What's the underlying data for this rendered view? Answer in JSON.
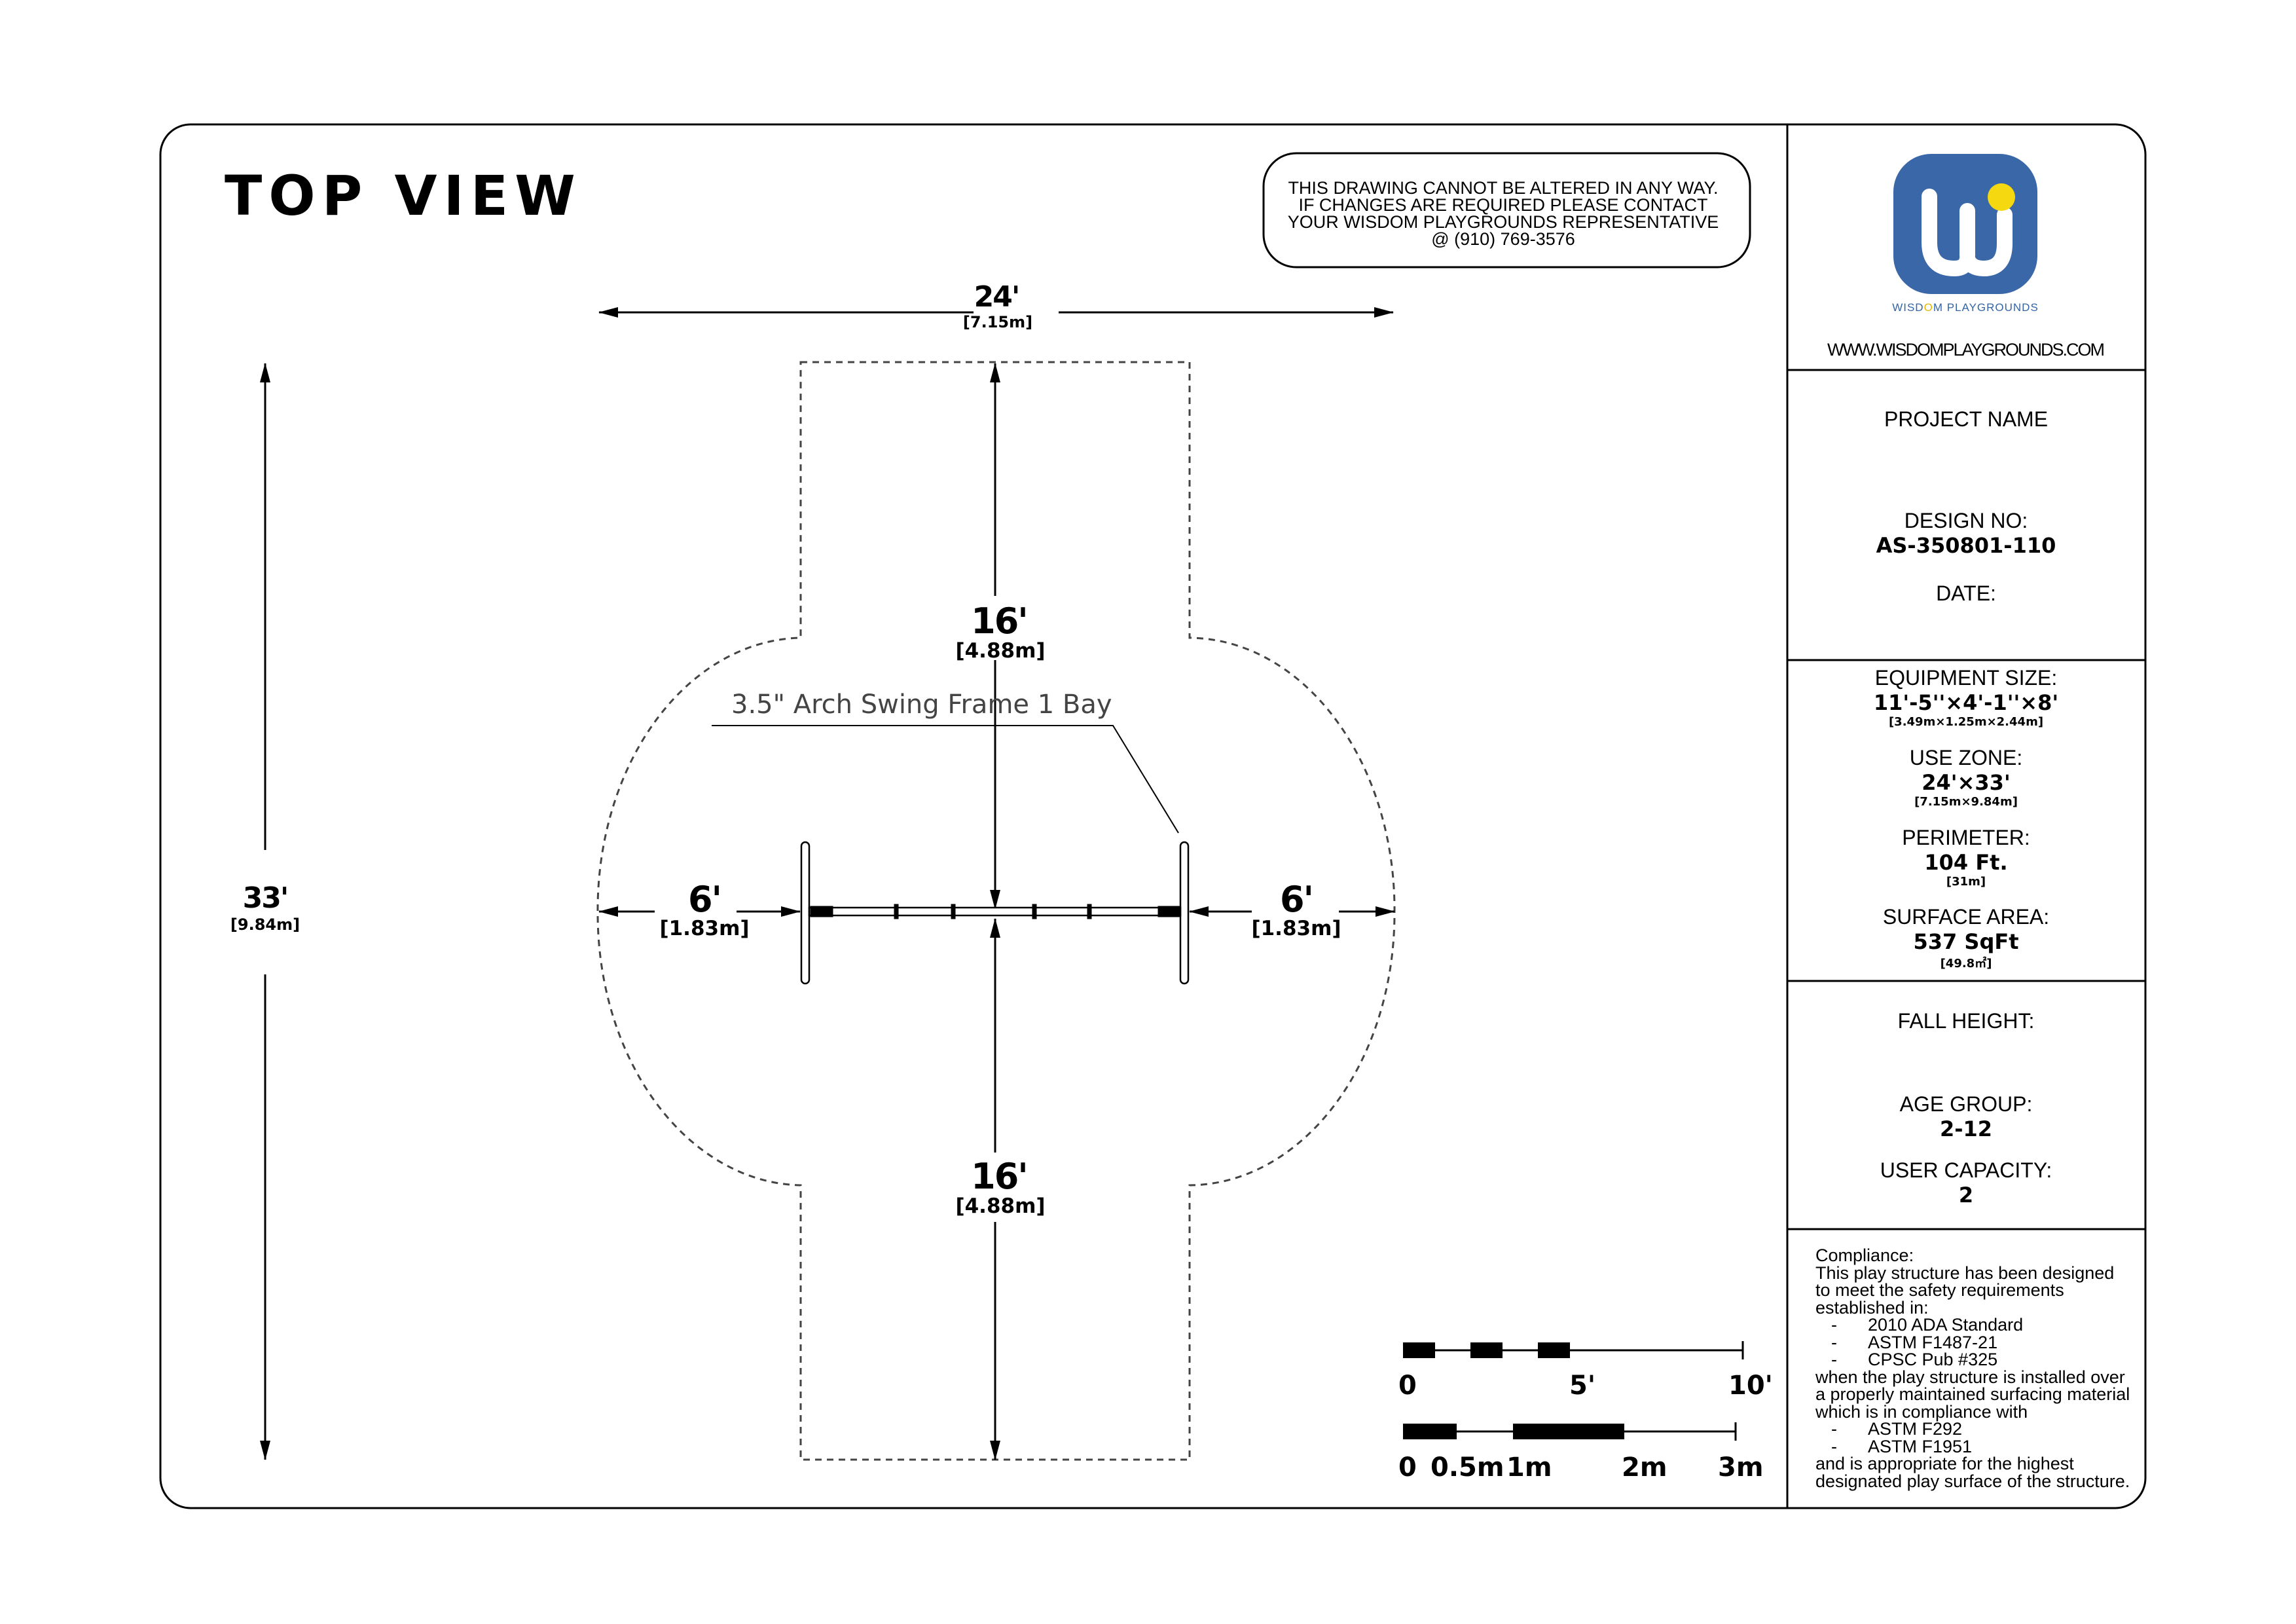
{
  "view_title": "TOP VIEW",
  "notice": {
    "line1": "THIS DRAWING CANNOT BE ALTERED IN ANY WAY.",
    "line2": "IF CHANGES ARE REQUIRED PLEASE CONTACT",
    "line3": "YOUR WISDOM PLAYGROUNDS REPRESENTATIVE",
    "line4": "@ (910) 769-3576"
  },
  "dimensions": {
    "width_ft": "24'",
    "width_m": "[7.15m]",
    "length_ft": "33'",
    "length_m": "[9.84m]",
    "top_ft": "16'",
    "top_m": "[4.88m]",
    "bottom_ft": "16'",
    "bottom_m": "[4.88m]",
    "left_ft": "6'",
    "left_m": "[1.83m]",
    "right_ft": "6'",
    "right_m": "[1.83m]"
  },
  "callout": "3.5\" Arch Swing Frame 1 Bay",
  "scale_bar": {
    "imperial": [
      "0",
      "5'",
      "10'"
    ],
    "metric": [
      "0",
      "0.5m",
      "1m",
      "2m",
      "3m"
    ]
  },
  "brand": {
    "name_part1": "WISD",
    "name_o": "O",
    "name_part2": "M PLAYGROUNDS",
    "url": "WWW.WISDOMPLAYGROUNDS.COM",
    "colors": {
      "logo_blue": "#3a67a8",
      "logo_yellow": "#f5d80f"
    }
  },
  "title_block": {
    "project_name_label": "PROJECT NAME",
    "design_no_label": "DESIGN NO:",
    "design_no": "AS-350801-110",
    "date_label": "DATE:",
    "equipment_size_label": "EQUIPMENT SIZE:",
    "equipment_size": "11'-5''×4'-1''×8'",
    "equipment_size_m": "[3.49m×1.25m×2.44m]",
    "use_zone_label": "USE ZONE:",
    "use_zone": "24'×33'",
    "use_zone_m": "[7.15m×9.84m]",
    "perimeter_label": "PERIMETER:",
    "perimeter": "104 Ft.",
    "perimeter_m": "[31m]",
    "surface_area_label": "SURFACE AREA:",
    "surface_area": "537 SqFt",
    "surface_area_m": "[49.8㎡]",
    "fall_height_label": "FALL HEIGHT:",
    "age_group_label": "AGE GROUP:",
    "age_group": "2-12",
    "user_capacity_label": "USER CAPACITY:",
    "user_capacity": "2"
  },
  "compliance": {
    "heading": "Compliance:",
    "intro": [
      "This play structure has been designed",
      "to meet the safety requirements",
      "established in:"
    ],
    "standards_1": [
      "2010 ADA Standard",
      "ASTM F1487-21",
      "CPSC Pub #325"
    ],
    "middle": [
      "when the play structure is installed over",
      "a properly maintained surfacing material",
      "which is in compliance with"
    ],
    "standards_2": [
      "ASTM F292",
      "ASTM F1951"
    ],
    "closing": [
      "and is appropriate for the highest",
      "designated play surface of the structure."
    ]
  }
}
